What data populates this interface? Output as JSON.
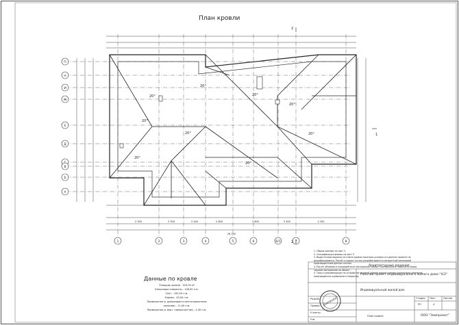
{
  "title": "План кровли",
  "section_marks": [
    "2",
    "1"
  ],
  "axes_letters": [
    "П",
    "Н",
    "И",
    "Ж",
    "Е",
    "Д",
    "Г",
    "В",
    "Б",
    "А"
  ],
  "axes_numbers": [
    "1",
    "2",
    "3",
    "4",
    "5",
    "6",
    "6/1",
    "7",
    "8"
  ],
  "slopes": [
    "20°",
    "20°",
    "20°",
    "20°",
    "20°",
    "20°",
    "20°",
    "20°",
    "20°"
  ],
  "dim_bottom": [
    "2 300",
    "3 300",
    "2 400",
    "2 600",
    "2 600",
    "3 400",
    "4 200"
  ],
  "dim_bottom_total": "26 100",
  "roof_data": {
    "title": "Данные по кровле",
    "lines": [
      "Площадь кровли - 520,00 м²",
      "Коньковые элементы - 108,00 п.м.",
      "Скат - 100,50 п.м.",
      "Ендова - 45,00 п.м.",
      "Примыкания (к дымоходам и вентиляционным",
      "каналам) - 11,00 п.м.",
      "Примыкания (к верт. поверхностям) - 4,40 п.м."
    ]
  },
  "notes": [
    "1. Общие данные см.лист 2",
    "2. Спецификация фермы см.лист 3",
    "3. Водосточные воронки на плане кровли показаны условно и в данном проекте не",
    "разрабатываются. Расчёт и проект на них разрабатывается конкретной компанией",
    "производителем данных систем.",
    "4. Расчёт объёмов и площадей всех материалов требует контрольного пересчёта перед",
    "заказом материалов на объект.",
    "5. Типы и рекомендации по устройству скатной кровли предоставляет конкретная компания",
    "производитель кровельного покрытия."
  ],
  "stamp": {
    "section": "Архитектурные решения",
    "project": "Рабочий проект индивидуального жилого дома \"Х/2\"",
    "object": "Индивидуальный жилой дом",
    "sheet_name": "План кровли",
    "company": "ООО \"Земпроект\"",
    "labels": [
      "Стадия",
      "Лист",
      "Листов"
    ],
    "values": [
      "РП",
      "4",
      ""
    ],
    "roles": [
      "Разраб.",
      "Провер.",
      "Н.контр.",
      "Утв."
    ],
    "seal_text": "ЗЕМПРОЕКТ"
  }
}
